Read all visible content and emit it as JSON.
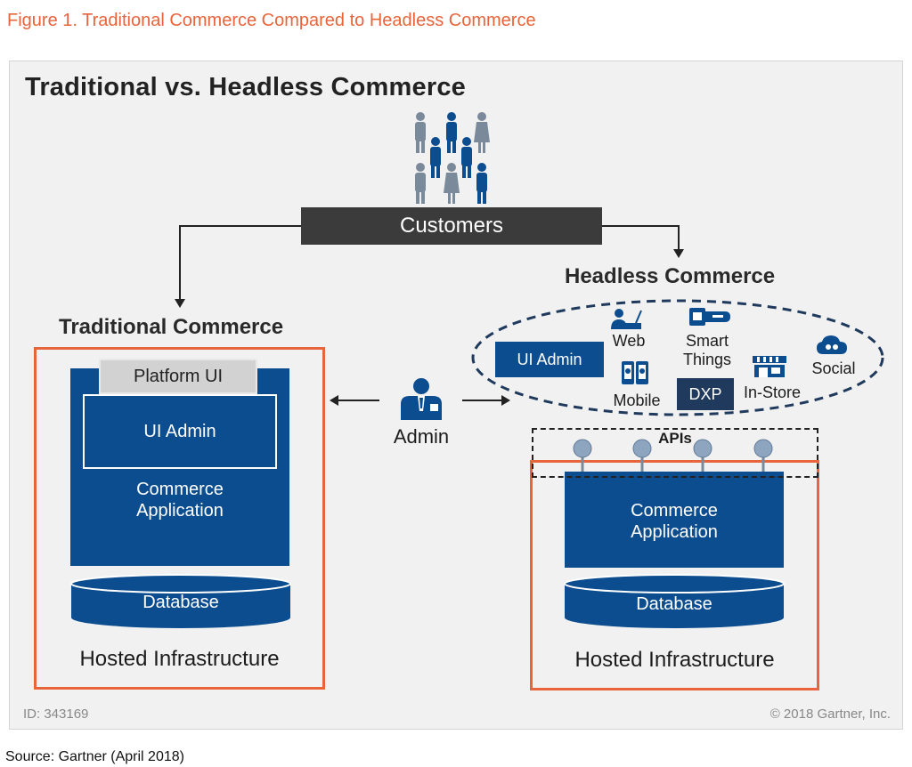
{
  "figure_title": "Figure 1. Traditional Commerce Compared to Headless Commerce",
  "main_title": "Traditional vs. Headless Commerce",
  "customers_label": "Customers",
  "admin_label": "Admin",
  "traditional": {
    "title": "Traditional Commerce",
    "platform_ui": "Platform UI",
    "ui_admin": "UI Admin",
    "app_line1": "Commerce",
    "app_line2": "Application",
    "database": "Database",
    "infrastructure": "Hosted Infrastructure"
  },
  "headless": {
    "title": "Headless Commerce",
    "ui_admin": "UI Admin",
    "web": "Web",
    "smart_line1": "Smart",
    "smart_line2": "Things",
    "social": "Social",
    "mobile": "Mobile",
    "dxp": "DXP",
    "in_store": "In-Store",
    "apis": "APIs",
    "app_line1": "Commerce",
    "app_line2": "Application",
    "database": "Database",
    "infrastructure": "Hosted Infrastructure"
  },
  "footer_id": "ID: 343169",
  "footer_copyright": "© 2018 Gartner, Inc.",
  "source": "Source: Gartner (April 2018)",
  "colors": {
    "accent_orange": "#e8643a",
    "primary_blue": "#0c4d8f",
    "dark_bar": "#3b3b3b",
    "dxp_navy": "#1f3a5c",
    "frame_grey": "#f1f1f1"
  },
  "icons": [
    "person-group-icon",
    "admin-person-icon",
    "web-icon",
    "smart-things-icon",
    "social-cloud-icon",
    "mobile-icon",
    "in-store-icon",
    "api-node-icon"
  ]
}
